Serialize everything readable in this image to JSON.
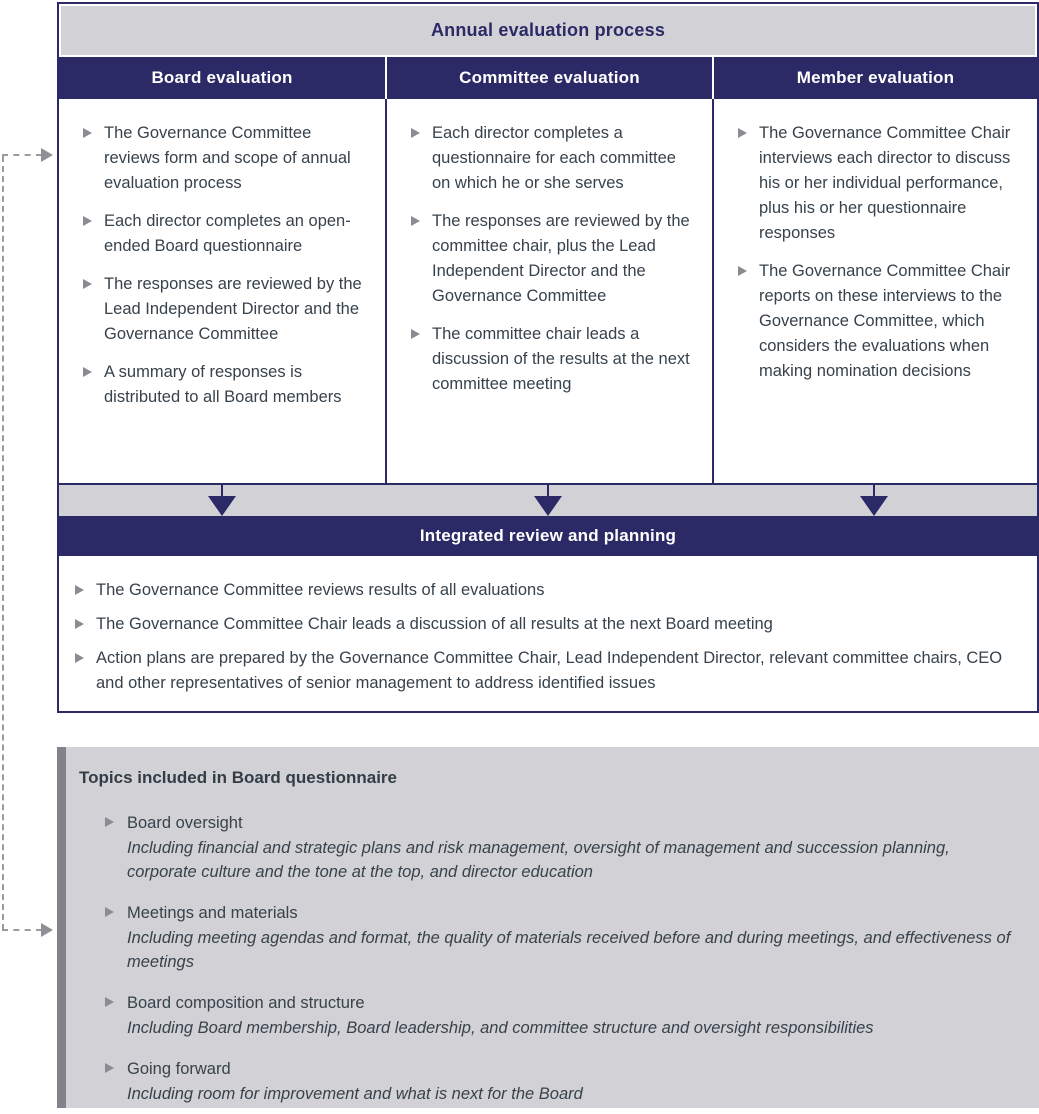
{
  "process": {
    "title": "Annual evaluation process",
    "columns": [
      {
        "header": "Board evaluation",
        "bullets": [
          "The Governance Committee reviews form and scope of annual evaluation process",
          "Each director completes an open-ended Board questionnaire",
          "The responses are reviewed by the Lead Independent Director and the Governance Committee",
          "A summary of responses is distributed to all Board members"
        ]
      },
      {
        "header": "Committee evaluation",
        "bullets": [
          "Each director completes a questionnaire for each committee on which he or she serves",
          "The responses are reviewed by the committee chair, plus the Lead Independent Director and the Governance Committee",
          "The committee chair leads a discussion of the results at the next committee meeting"
        ]
      },
      {
        "header": "Member evaluation",
        "bullets": [
          "The Governance Committee Chair interviews each director to discuss his or her individual performance, plus his or her questionnaire responses",
          "The Governance Committee Chair reports on these interviews to the Governance Committee, which considers the evaluations when making nomination decisions"
        ]
      }
    ],
    "integrated": {
      "title": "Integrated review and planning",
      "bullets": [
        "The Governance Committee reviews results of all evaluations",
        "The Governance Committee Chair leads a discussion of all results at the next Board meeting",
        "Action plans are prepared by the Governance Committee Chair, Lead Independent Director, relevant committee chairs, CEO and other representatives of senior management to address identified issues"
      ]
    }
  },
  "topics": {
    "title": "Topics included in Board questionnaire",
    "items": [
      {
        "label": "Board oversight",
        "description": "Including financial and strategic plans and risk management, oversight of management and succession planning, corporate culture and the tone at the top, and director education"
      },
      {
        "label": "Meetings and materials",
        "description": "Including meeting agendas and format, the quality of materials received before and during meetings, and effectiveness of meetings"
      },
      {
        "label": "Board composition and structure",
        "description": "Including Board membership, Board leadership, and committee structure and oversight responsibilities"
      },
      {
        "label": "Going forward",
        "description": "Including room for improvement and what is next for the Board"
      }
    ]
  },
  "icons": {
    "bullet": "triangle-right-icon",
    "column_flow": "arrow-down-icon",
    "connector": "dashed-arrow-right-icon"
  },
  "colors": {
    "navy": "#2c2a66",
    "band_gray": "#d2d1d6",
    "left_bar_gray": "#82828a",
    "body_text": "#37424b",
    "bullet_gray": "#8b8b92",
    "connector_gray": "#9a9aa1"
  }
}
